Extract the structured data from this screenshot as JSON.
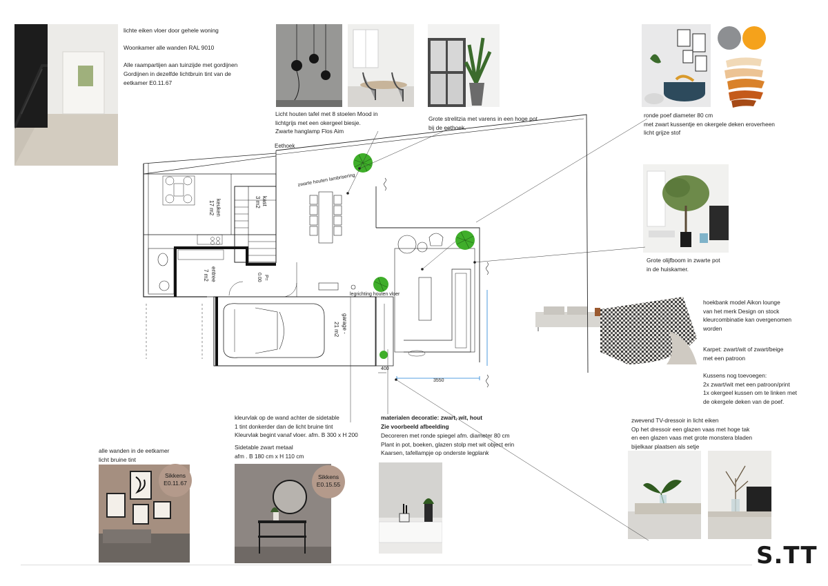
{
  "notes": {
    "flooring": "lichte eiken vloer door gehele woning\n\nWoonkamer alle wanden RAL 9010\n\nAlle raampartijen aan tuinzijde met gordijnen\nGordijnen in dezelfde lichtbruin tint van de\n eetkamer E0.11.67",
    "dining_table": "Licht houten tafel met 8 stoelen Mood in\nlichtgrijs met een okergeel biesje.\nZwarte hanglamp Flos Aim",
    "strelitzia": "Grote strelitzia met varens in een hoge pot\nbij de eethoek.",
    "pouf": "ronde poef diameter 80 cm\nmet zwart kussentje en okergele deken eroverheen\nlicht grijze stof",
    "olive_tree": "Grote olijfboom in zwarte pot\nin de huiskamer.",
    "sofa_line1": "hoekbank model Aikon lounge\nvan het merk Design on stock\nkleurcombinatie kan overgenomen\nworden",
    "carpet": "Karpet: zwart/wit of zwart/beige\nmet een patroon",
    "cushions": "Kussens nog toevoegen:\n2x zwart/wit met een patroon/print\n1x okergeel kussen om te linken met\nde okergele deken van de poef.",
    "tv_dresser": "zwevend TV-dressoir in licht eiken\nOp het dressoir een glazen vaas met hoge tak\nen een glazen vaas met grote monstera bladen\nbijelkaar plaatsen als setje",
    "walls_dining": "alle wanden in de eetkamer\nlicht bruine tint",
    "color_block": "kleurvlak op de wand achter de sidetable\n1 tint donkerder dan de licht bruine tint\nKleurvlak begint vanaf vloer. afm. B 300 x H 200",
    "sidetable": "Sidetable zwart metaal\nafm . B 180 cm x H 110 cm",
    "deco_title": "materialen decoratie: zwart, wit, hout",
    "deco_subtitle": "Zie voorbeeld afbeelding",
    "deco_body": "Decoreren met ronde spiegel afm. diameter 80 cm\nPlant in pot, boeken, glazen stolp met wit object erin\nKaarsen, tafellampje op onderste legplank"
  },
  "badges": {
    "left": "Sikkens\nE0.11.67",
    "mid": "Sikkens\nE0.15.55"
  },
  "plan": {
    "eethoek": "Eethoek",
    "keuken": "keuken",
    "keuken_area": "17 m2",
    "kast": "kast",
    "kast_area": "3 m2",
    "entree": "entree",
    "entree_area": "7 m2",
    "p_label": "P=",
    "p_value": "0.00",
    "garage": "garage -",
    "garage_area": "21 m2",
    "paneling": "zwarte houten lambrisering",
    "floor_direction": "legrichting houten vloer",
    "dim_bottom": "3550",
    "dim_small": "400"
  },
  "logo": "S.TT",
  "colors": {
    "swatch_grey": "#8d8f92",
    "swatch_orange": "#f5a21b",
    "badge": "#b49a8b",
    "plant_green": "#3fae2a",
    "dim_blue": "#1e7fd6"
  }
}
